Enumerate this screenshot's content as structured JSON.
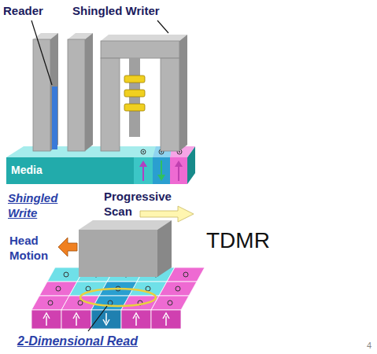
{
  "diagram": {
    "labels": [
      "Reader",
      "Shingled Writer",
      "Media",
      "Shingled Write",
      "Progressive Scan",
      "Head Motion",
      "2-Dimensional Read",
      "TDMR",
      "4"
    ]
  }
}
